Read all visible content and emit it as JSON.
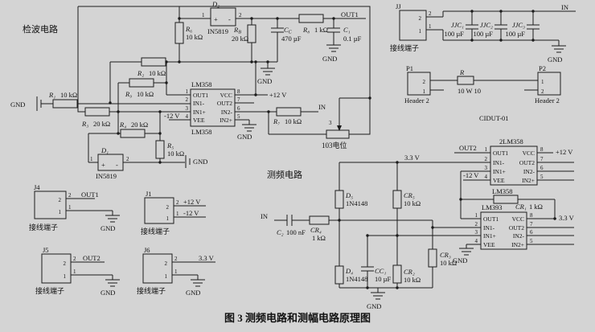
{
  "figure": {
    "caption": "图 3  测频电路和测幅电路原理图"
  },
  "sections": {
    "detector": "检波电路",
    "freq": "测频电路"
  },
  "nets": {
    "out1": "OUT1",
    "out2": "OUT2",
    "in": "IN",
    "p12": "+12 V",
    "n12": "-12 V",
    "v33": "3.3 V",
    "gnd": "GND"
  },
  "pins": {
    "one": "1",
    "two": "2"
  },
  "symbols": {
    "plus": "+",
    "minus": "-"
  },
  "pot": {
    "label": "103电位",
    "pin": "3"
  },
  "misc": {
    "cidut": "CIDUT-01"
  },
  "components": {
    "r1": {
      "ref": "R₁",
      "val": "10 kΩ"
    },
    "r2": {
      "ref": "R₂",
      "val": "10 kΩ"
    },
    "r3": {
      "ref": "R₃",
      "val": "20 kΩ"
    },
    "r4": {
      "ref": "R₄",
      "val": "20 kΩ"
    },
    "r5": {
      "ref": "R₅",
      "val": "10 kΩ"
    },
    "r6": {
      "ref": "R₆",
      "val": "10 kΩ"
    },
    "r7": {
      "ref": "R₇",
      "val": "10 kΩ"
    },
    "r8": {
      "ref": "R₈",
      "val": "1 kΩ"
    },
    "r9": {
      "ref": "R₉",
      "val": "10 kΩ"
    },
    "rb": {
      "base": "R",
      "sub": "B",
      "val": "20 kΩ"
    },
    "cc": {
      "base": "C",
      "sub": "C",
      "val": "470 µF"
    },
    "c1": {
      "ref": "C₁",
      "val": "0.1 µF"
    },
    "c2": {
      "ref": "C₂",
      "val": "100 nF"
    },
    "d1": {
      "ref": "D₁",
      "part": "IN5819"
    },
    "d2": {
      "ref": "D₂",
      "part": "IN5819"
    },
    "d4": {
      "ref": "D₄",
      "part": "1N4148"
    },
    "d5": {
      "ref": "D₅",
      "part": "1N4148"
    },
    "cr1": {
      "ref": "CR₁",
      "val": "1 kΩ"
    },
    "cr2": {
      "ref": "CR₂",
      "val": "10 kΩ"
    },
    "cr3": {
      "ref": "CR₃",
      "val": "10 kΩ"
    },
    "cr4": {
      "ref": "CR₄",
      "val": "1 kΩ"
    },
    "cr5": {
      "ref": "CR₅",
      "val": "10 kΩ"
    },
    "cc1": {
      "ref": "CC₁",
      "val": "10 µF"
    },
    "jjc1": {
      "ref": "JJC₁",
      "val": "100 µF"
    },
    "jjc2": {
      "ref": "JJC₂",
      "val": "100 µF"
    },
    "jjc3": {
      "ref": "JJC₃",
      "val": "100 µF"
    },
    "rp": {
      "ref": "R",
      "val": "10 W 10"
    }
  },
  "ics": {
    "amp1": {
      "title": "LM358",
      "sub": "LM358",
      "left": [
        "OUT1",
        "IN1-",
        "IN1+",
        "VEE"
      ],
      "right": [
        "VCC",
        "OUT2",
        "IN2-",
        "IN2+"
      ],
      "nl": [
        "1",
        "2",
        "3",
        "4"
      ],
      "nr": [
        "8",
        "7",
        "6",
        "5"
      ]
    },
    "amp2": {
      "title": "2LM358",
      "sub": "LM358",
      "left": [
        "OUT1",
        "IN1-",
        "IN1+",
        "VEE"
      ],
      "right": [
        "VCC",
        "OUT2",
        "IN2-",
        "IN2+"
      ],
      "nl": [
        "1",
        "2",
        "3",
        "4"
      ],
      "nr": [
        "8",
        "7",
        "6",
        "5"
      ]
    },
    "comp": {
      "title": "LM393",
      "left": [
        "OUT1",
        "IN1-",
        "IN1+",
        "VEE"
      ],
      "right": [
        "VCC",
        "OUT2",
        "IN2-",
        "IN2+"
      ],
      "nl": [
        "1",
        "2",
        "3",
        "4"
      ],
      "nr": [
        "8",
        "7",
        "6",
        "5"
      ]
    }
  },
  "connectors": {
    "jj": {
      "name": "JJ",
      "type": "接线端子"
    },
    "j1": {
      "name": "J1",
      "type": "接线端子"
    },
    "j4": {
      "name": "J4",
      "type": "接线端子"
    },
    "j5": {
      "name": "J5",
      "type": "接线端子"
    },
    "j6": {
      "name": "J6",
      "type": "接线端子"
    },
    "p1": {
      "name": "P1",
      "type": "Header 2"
    },
    "p2": {
      "name": "P2",
      "type": "Header 2"
    }
  }
}
